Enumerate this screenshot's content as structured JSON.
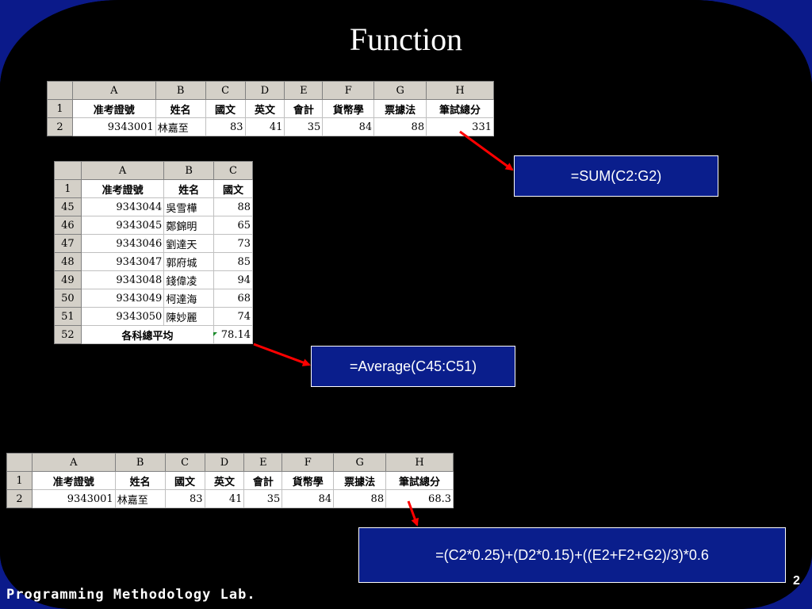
{
  "title": "Function",
  "footer": "Programming Methodology Lab.",
  "page_number": "2",
  "table1": {
    "columns": [
      "A",
      "B",
      "C",
      "D",
      "E",
      "F",
      "G",
      "H"
    ],
    "rows": [
      {
        "rh": "1",
        "cells": [
          "准考證號",
          "姓名",
          "國文",
          "英文",
          "會計",
          "貨幣學",
          "票據法",
          "筆試總分"
        ]
      },
      {
        "rh": "2",
        "cells": [
          "9343001",
          "林嘉至",
          "83",
          "41",
          "35",
          "84",
          "88",
          "331"
        ]
      }
    ]
  },
  "table2": {
    "columns": [
      "A",
      "B",
      "C"
    ],
    "rows": [
      {
        "rh": "1",
        "cells": [
          "准考證號",
          "姓名",
          "國文"
        ]
      },
      {
        "rh": "45",
        "cells": [
          "9343044",
          "吳雪樺",
          "88"
        ]
      },
      {
        "rh": "46",
        "cells": [
          "9343045",
          "鄭錦明",
          "65"
        ]
      },
      {
        "rh": "47",
        "cells": [
          "9343046",
          "劉達天",
          "73"
        ]
      },
      {
        "rh": "48",
        "cells": [
          "9343047",
          "郭府城",
          "85"
        ]
      },
      {
        "rh": "49",
        "cells": [
          "9343048",
          "錢偉凌",
          "94"
        ]
      },
      {
        "rh": "50",
        "cells": [
          "9343049",
          "柯達海",
          "68"
        ]
      },
      {
        "rh": "51",
        "cells": [
          "9343050",
          "陳妙麗",
          "74"
        ]
      }
    ],
    "total_row": {
      "rh": "52",
      "label": "各科總平均",
      "value": "78.14"
    }
  },
  "table3": {
    "columns": [
      "A",
      "B",
      "C",
      "D",
      "E",
      "F",
      "G",
      "H"
    ],
    "rows": [
      {
        "rh": "1",
        "cells": [
          "准考證號",
          "姓名",
          "國文",
          "英文",
          "會計",
          "貨幣學",
          "票據法",
          "筆試總分"
        ]
      },
      {
        "rh": "2",
        "cells": [
          "9343001",
          "林嘉至",
          "83",
          "41",
          "35",
          "84",
          "88",
          "68.3"
        ]
      }
    ]
  },
  "formulas": {
    "sum": "=SUM(C2:G2)",
    "average": "=Average(C45:C51)",
    "weighted": "=(C2*0.25)+(D2*0.15)+((E2+F2+G2)/3)*0.6"
  },
  "colors": {
    "slide_bg": "#000000",
    "frame": "#0b1a8a",
    "box_bg": "#0a1e8c",
    "arrow": "#ff0000"
  }
}
